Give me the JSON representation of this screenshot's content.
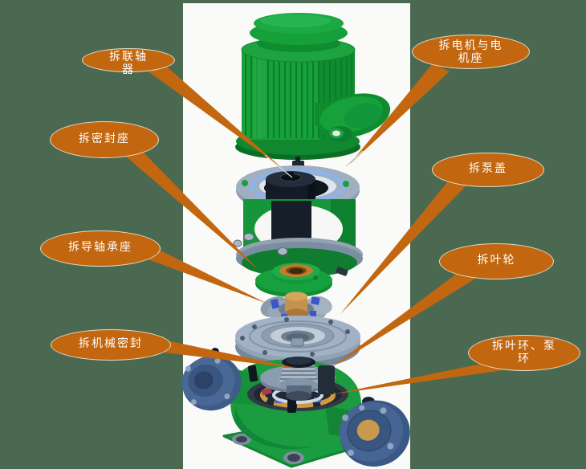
{
  "colors": {
    "background": "#4b6951",
    "panel": "#fafaf8",
    "callout_fill": "#c2670f",
    "callout_border": "#e3ddc8",
    "callout_text": "#ffffff"
  },
  "callouts": {
    "coupling": {
      "line1": "拆联轴",
      "line2": "器"
    },
    "motor": {
      "line1": "拆电机与电",
      "line2": "机座"
    },
    "seal_seat": {
      "line1": "拆密封座",
      "line2": ""
    },
    "guide_bearing": {
      "line1": "拆导轴承座",
      "line2": ""
    },
    "mech_seal": {
      "line1": "拆机械密封",
      "line2": ""
    },
    "pump_cover": {
      "line1": "拆泵盖",
      "line2": ""
    },
    "impeller": {
      "line1": "拆叶轮",
      "line2": ""
    },
    "rings": {
      "line1": "拆叶环、泵",
      "line2": "环"
    }
  }
}
